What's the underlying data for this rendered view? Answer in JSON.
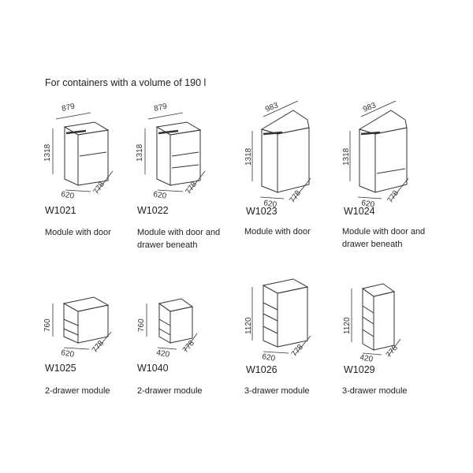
{
  "heading": "For containers with a volume of 190 l",
  "modules": [
    {
      "code": "W1021",
      "line1": "Module with door",
      "line2": "",
      "dim_top": "879",
      "dim_height": "1318",
      "dim_width": "620",
      "dim_depth": "778"
    },
    {
      "code": "W1022",
      "line1": "Module with door and",
      "line2": "drawer beneath",
      "dim_top": "879",
      "dim_height": "1318",
      "dim_width": "620",
      "dim_depth": "778"
    },
    {
      "code": "W1023",
      "line1": "Module with door",
      "line2": "",
      "dim_top": "983",
      "dim_height": "1318",
      "dim_width": "620",
      "dim_depth": "778"
    },
    {
      "code": "W1024",
      "line1": "Module with door and",
      "line2": "drawer beneath",
      "dim_top": "983",
      "dim_height": "1318",
      "dim_width": "620",
      "dim_depth": "778"
    },
    {
      "code": "W1025",
      "line1": "2-drawer module",
      "line2": "",
      "dim_height": "760",
      "dim_width": "620",
      "dim_depth": "778"
    },
    {
      "code": "W1040",
      "line1": "2-drawer module",
      "line2": "",
      "dim_height": "760",
      "dim_width": "420",
      "dim_depth": "778"
    },
    {
      "code": "W1026",
      "line1": "3-drawer module",
      "line2": "",
      "dim_height": "1120",
      "dim_width": "620",
      "dim_depth": "778"
    },
    {
      "code": "W1029",
      "line1": "3-drawer module",
      "line2": "",
      "dim_height": "1120",
      "dim_width": "420",
      "dim_depth": "778"
    }
  ]
}
